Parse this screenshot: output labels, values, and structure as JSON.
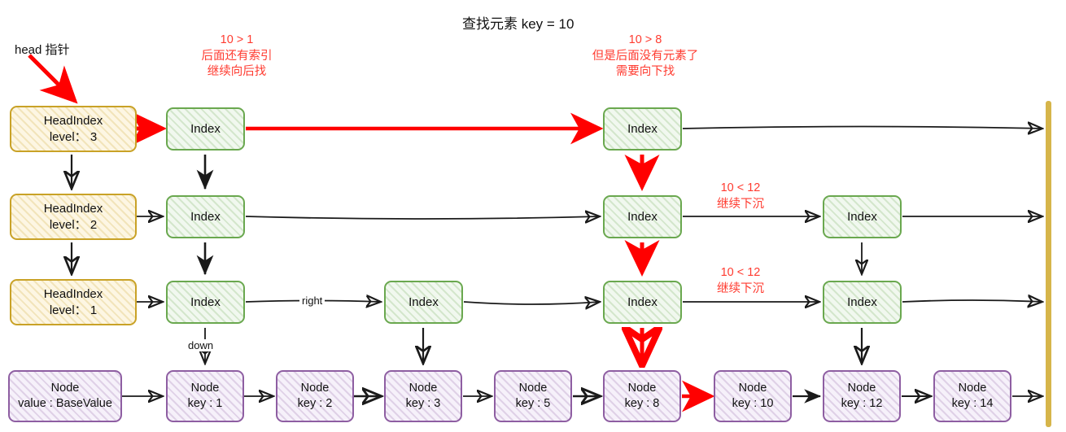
{
  "title": "查找元素 key = 10",
  "labels": {
    "head_pointer": "head 指针",
    "right": "right",
    "down": "down"
  },
  "notes": [
    {
      "id": "note-level3-start",
      "lines": [
        "10 > 1",
        "后面还有索引",
        "继续向后找"
      ]
    },
    {
      "id": "note-level3-stop",
      "lines": [
        "10 > 8",
        "但是后面没有元素了",
        "需要向下找"
      ]
    },
    {
      "id": "note-level2-sink",
      "lines": [
        "10 < 12",
        "继续下沉"
      ]
    },
    {
      "id": "note-level1-sink",
      "lines": [
        "10 < 12",
        "继续下沉"
      ]
    }
  ],
  "levels": [
    {
      "id": "level-3",
      "head": {
        "title": "HeadIndex",
        "detail": "level： 3"
      },
      "indexes": [
        {
          "label": "Index"
        },
        {
          "label": "Index"
        }
      ]
    },
    {
      "id": "level-2",
      "head": {
        "title": "HeadIndex",
        "detail": "level： 2"
      },
      "indexes": [
        {
          "label": "Index"
        },
        {
          "label": "Index"
        },
        {
          "label": "Index"
        }
      ]
    },
    {
      "id": "level-1",
      "head": {
        "title": "HeadIndex",
        "detail": "level： 1"
      },
      "indexes": [
        {
          "label": "Index"
        },
        {
          "label": "Index"
        },
        {
          "label": "Index"
        },
        {
          "label": "Index"
        }
      ]
    }
  ],
  "base_row": {
    "id": "node-list",
    "nodes": [
      {
        "title": "Node",
        "detail": "value : BaseValue"
      },
      {
        "title": "Node",
        "detail": "key : 1"
      },
      {
        "title": "Node",
        "detail": "key : 2"
      },
      {
        "title": "Node",
        "detail": "key : 3"
      },
      {
        "title": "Node",
        "detail": "key : 5"
      },
      {
        "title": "Node",
        "detail": "key : 8"
      },
      {
        "title": "Node",
        "detail": "key : 10"
      },
      {
        "title": "Node",
        "detail": "key : 12"
      },
      {
        "title": "Node",
        "detail": "key : 14"
      }
    ]
  },
  "colors": {
    "head_border": "#c9a227",
    "head_fill": "#fdf6e3",
    "index_border": "#6aa84f",
    "index_fill": "#f1f8ef",
    "node_border": "#8e5ea2",
    "node_fill": "#f6f1fa",
    "search_path": "#ff0000",
    "edge": "#1a1a1a",
    "rail": "#d6b54a",
    "text": "#111111"
  },
  "search": {
    "key": 10,
    "path_color": "#ff0000"
  }
}
